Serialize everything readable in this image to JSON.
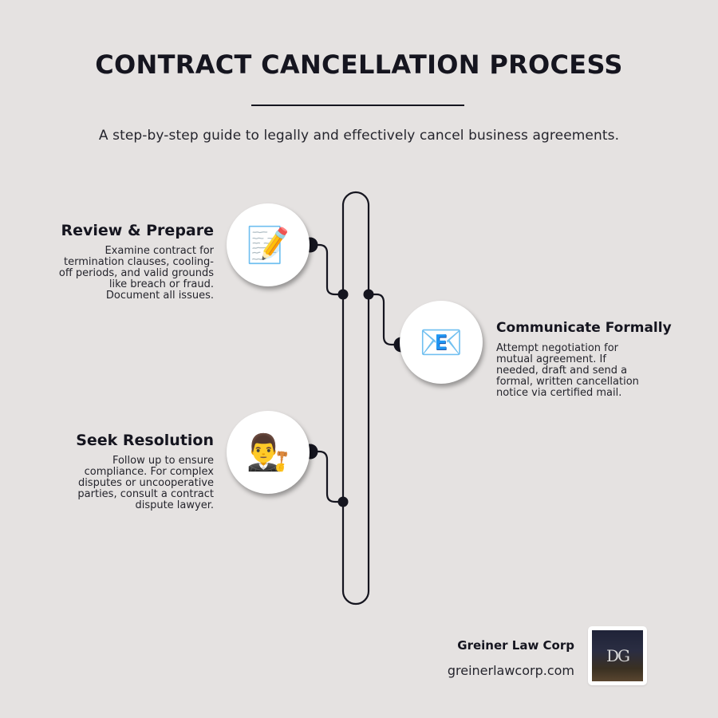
{
  "header": {
    "title": "CONTRACT CANCELLATION PROCESS",
    "subtitle": "A step-by-step guide to legally and effectively cancel business agreements."
  },
  "steps": [
    {
      "title": "Review & Prepare",
      "icon": "memo-pencil-icon",
      "glyph": "📝",
      "description": "Examine contract for termination clauses, cooling-off periods, and valid grounds like breach or fraud. Document all issues.",
      "lines": [
        "Examine contract for",
        "termination clauses, cooling-",
        "off periods, and valid grounds",
        "like breach or fraud.",
        "Document all issues."
      ],
      "side": "left"
    },
    {
      "title": "Communicate Formally",
      "icon": "envelope-icon",
      "glyph": "📧",
      "description": "Attempt negotiation for mutual agreement. If needed, draft and send a formal, written cancellation notice via certified mail.",
      "lines": [
        "Attempt negotiation for",
        "mutual agreement. If",
        "needed, draft and send a",
        "formal, written cancellation",
        "notice via certified mail."
      ],
      "side": "right"
    },
    {
      "title": "Seek Resolution",
      "icon": "judge-icon",
      "glyph": "👨‍⚖️",
      "description": "Follow up to ensure compliance. For complex disputes or uncooperative parties, consult a contract dispute lawyer.",
      "lines": [
        "Follow up to ensure",
        "compliance. For complex",
        "disputes or uncooperative",
        "parties, consult a contract",
        "dispute lawyer."
      ],
      "side": "left"
    }
  ],
  "footer": {
    "company": "Greiner Law Corp",
    "url": "greinerlawcorp.com",
    "logo_text": "DG"
  },
  "colors": {
    "background": "#e5e2e1",
    "ink": "#15151f",
    "circle": "#ffffff"
  }
}
